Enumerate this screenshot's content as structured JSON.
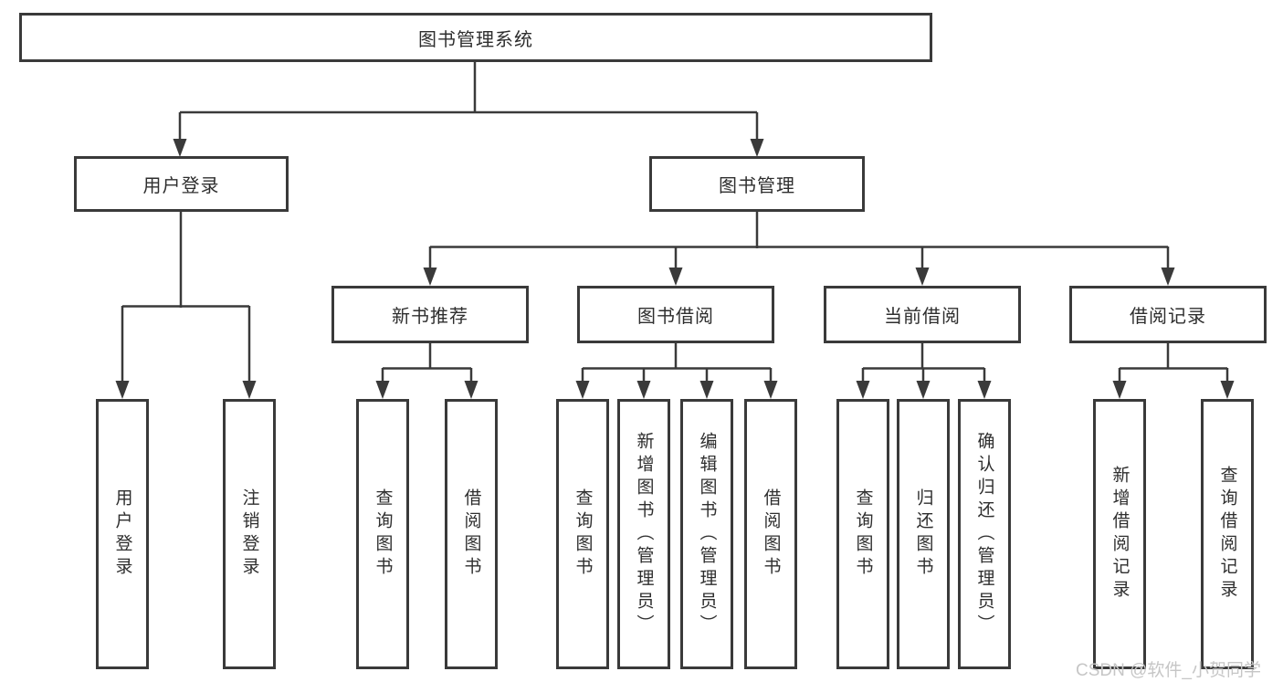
{
  "tree": {
    "label": "图书管理系统",
    "children": [
      {
        "label": "用户登录",
        "children": [
          {
            "label": "用户登录"
          },
          {
            "label": "注销登录"
          }
        ]
      },
      {
        "label": "图书管理",
        "children": [
          {
            "label": "新书推荐",
            "children": [
              {
                "label": "查询图书"
              },
              {
                "label": "借阅图书"
              }
            ]
          },
          {
            "label": "图书借阅",
            "children": [
              {
                "label": "查询图书"
              },
              {
                "label": "新增图书（管理员）"
              },
              {
                "label": "编辑图书（管理员）"
              },
              {
                "label": "借阅图书"
              }
            ]
          },
          {
            "label": "当前借阅",
            "children": [
              {
                "label": "查询图书"
              },
              {
                "label": "归还图书"
              },
              {
                "label": "确认归还（管理员）"
              }
            ]
          },
          {
            "label": "借阅记录",
            "children": [
              {
                "label": "新增借阅记录"
              },
              {
                "label": "查询借阅记录"
              }
            ]
          }
        ]
      }
    ]
  },
  "watermark": {
    "text": "CSDN @软件_小贺同学"
  },
  "colors": {
    "line": "#3a3a3a",
    "box_border": "#3a3a3a",
    "box_fill": "#ffffff",
    "text": "#2e2e2e",
    "watermark": "#c6c6c6",
    "background": "#ffffff"
  }
}
